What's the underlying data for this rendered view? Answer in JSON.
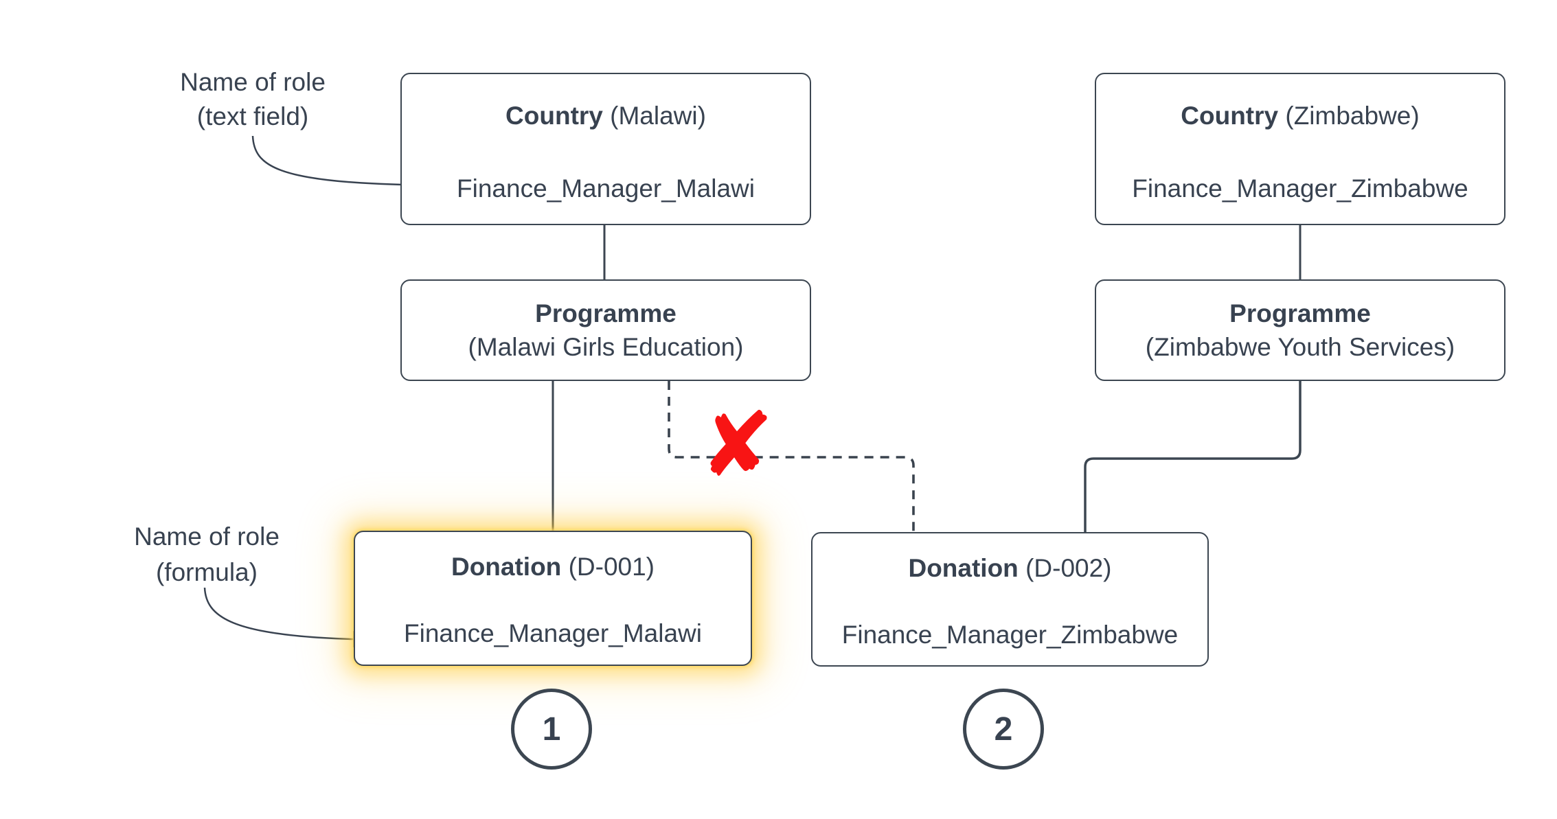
{
  "canvas": {
    "background": "#ffffff"
  },
  "palette": {
    "ink": "#384250",
    "line": "#3c4651",
    "red": "#f81414",
    "glow": "#ffce40"
  },
  "annotations": {
    "text_field": {
      "line1": "Name of role",
      "line2": "(text field)"
    },
    "formula": {
      "line1": "Name of role",
      "line2": "(formula)"
    }
  },
  "nodes": {
    "country_malawi": {
      "title": "Country",
      "subtitle": " (Malawi)",
      "role": "Finance_Manager_Malawi"
    },
    "country_zimbabwe": {
      "title": "Country",
      "subtitle": " (Zimbabwe)",
      "role": "Finance_Manager_Zimbabwe"
    },
    "programme_malawi": {
      "title": "Programme",
      "subtitle": "(Malawi Girls Education)"
    },
    "programme_zimbabwe": {
      "title": "Programme",
      "subtitle": "(Zimbabwe Youth Services)"
    },
    "donation_1": {
      "title": "Donation",
      "subtitle": " (D-001)",
      "role": "Finance_Manager_Malawi"
    },
    "donation_2": {
      "title": "Donation",
      "subtitle": " (D-002)",
      "role": "Finance_Manager_Zimbabwe"
    }
  },
  "badges": {
    "one": "1",
    "two": "2"
  },
  "invalid_mark": "✘"
}
